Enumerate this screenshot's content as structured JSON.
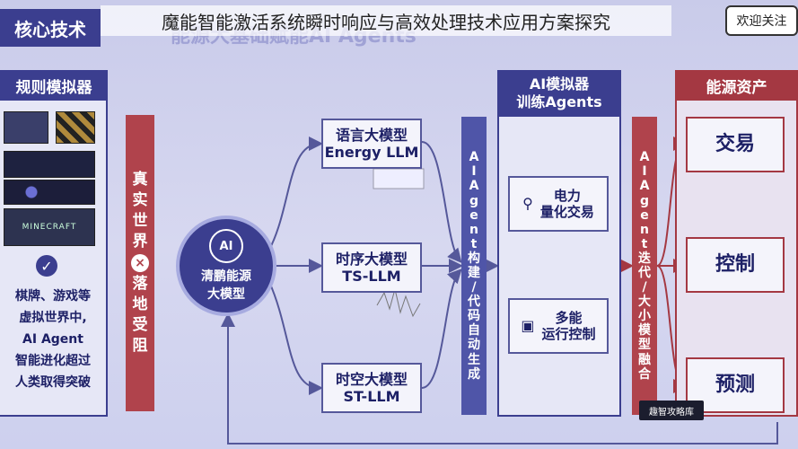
{
  "overlay_title": "魔能智能激活系统瞬时响应与高效处理技术应用方案探究",
  "badge_text": "欢迎关注",
  "core_tech": "核心技术",
  "slide_title": "能源大基础赋能AI Agents",
  "left_panel": {
    "title": "规则模拟器",
    "thumb_label": "MINECRAFT",
    "lines": [
      "棋牌、游戏等",
      "虚拟世界中,",
      "AI Agent",
      "智能进化超过",
      "人类取得突破"
    ]
  },
  "real_world_column": [
    "真",
    "实",
    "世",
    "界",
    "×",
    "落",
    "地",
    "受",
    "阻"
  ],
  "center_model": {
    "icon": "AI",
    "name_line1": "清鹏能源",
    "name_line2": "大模型"
  },
  "models": [
    {
      "line1": "语言大模型",
      "line2": "Energy LLM"
    },
    {
      "line1": "时序大模型",
      "line2": "TS-LLM"
    },
    {
      "line1": "时空大模型",
      "line2": "ST-LLM"
    }
  ],
  "build_column": [
    "A",
    "I",
    "A",
    "g",
    "e",
    "n",
    "t",
    "构",
    "建",
    "/",
    "代",
    "码",
    "自",
    "动",
    "生",
    "成"
  ],
  "simulator": {
    "title_line1": "AI模拟器",
    "title_line2": "训练Agents",
    "items": [
      {
        "line1": "电力",
        "line2": "量化交易"
      },
      {
        "line1": "多能",
        "line2": "运行控制"
      }
    ]
  },
  "iterate_column": [
    "A",
    "I",
    "A",
    "g",
    "e",
    "n",
    "t",
    "迭",
    "代",
    "/",
    "大",
    "小",
    "模",
    "型",
    "融",
    "合"
  ],
  "assets": {
    "title": "能源资产",
    "items": [
      "交易",
      "控制",
      "预测"
    ]
  },
  "watermark": {
    "line1": "趣智攻略库"
  }
}
